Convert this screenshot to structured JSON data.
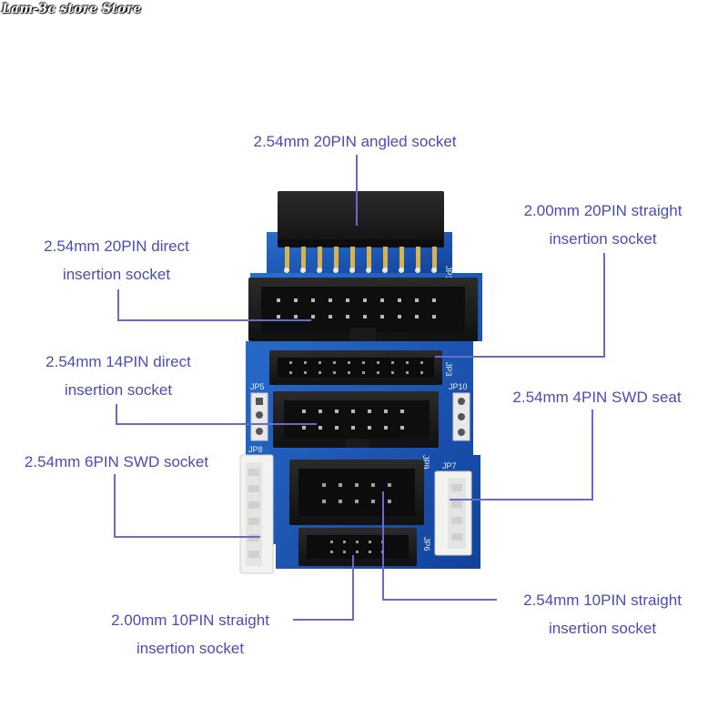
{
  "watermark": "Lam-3c store Store",
  "labels": {
    "angled_20pin": "2.54mm 20PIN angled socket",
    "straight_20pin_200": [
      "2.00mm 20PIN straight",
      "insertion socket"
    ],
    "direct_20pin_254": [
      "2.54mm 20PIN direct",
      "insertion socket"
    ],
    "direct_14pin_254": [
      "2.54mm 14PIN direct",
      "insertion socket"
    ],
    "swd_4pin": "2.54mm 4PIN SWD seat",
    "swd_6pin": "2.54mm 6PIN SWD socket",
    "straight_10pin_200": [
      "2.00mm 10PIN straight",
      "insertion socket"
    ],
    "straight_10pin_254": [
      "2.54mm 10PIN straight",
      "insertion socket"
    ]
  },
  "silkscreen": {
    "jp1": "JP1",
    "jp3": "JP3",
    "jp5": "JP5",
    "jp10": "JP10",
    "jp8": "JP8",
    "jp9": "JP9",
    "jp7": "JP7",
    "jp6": "JP6"
  },
  "colors": {
    "pcb": "#1a56b5",
    "label_text": "#4b4bb8",
    "leader_line": "#6a6acc",
    "header_black": "#1a1a1a",
    "connector_white": "#f2f2f0"
  }
}
